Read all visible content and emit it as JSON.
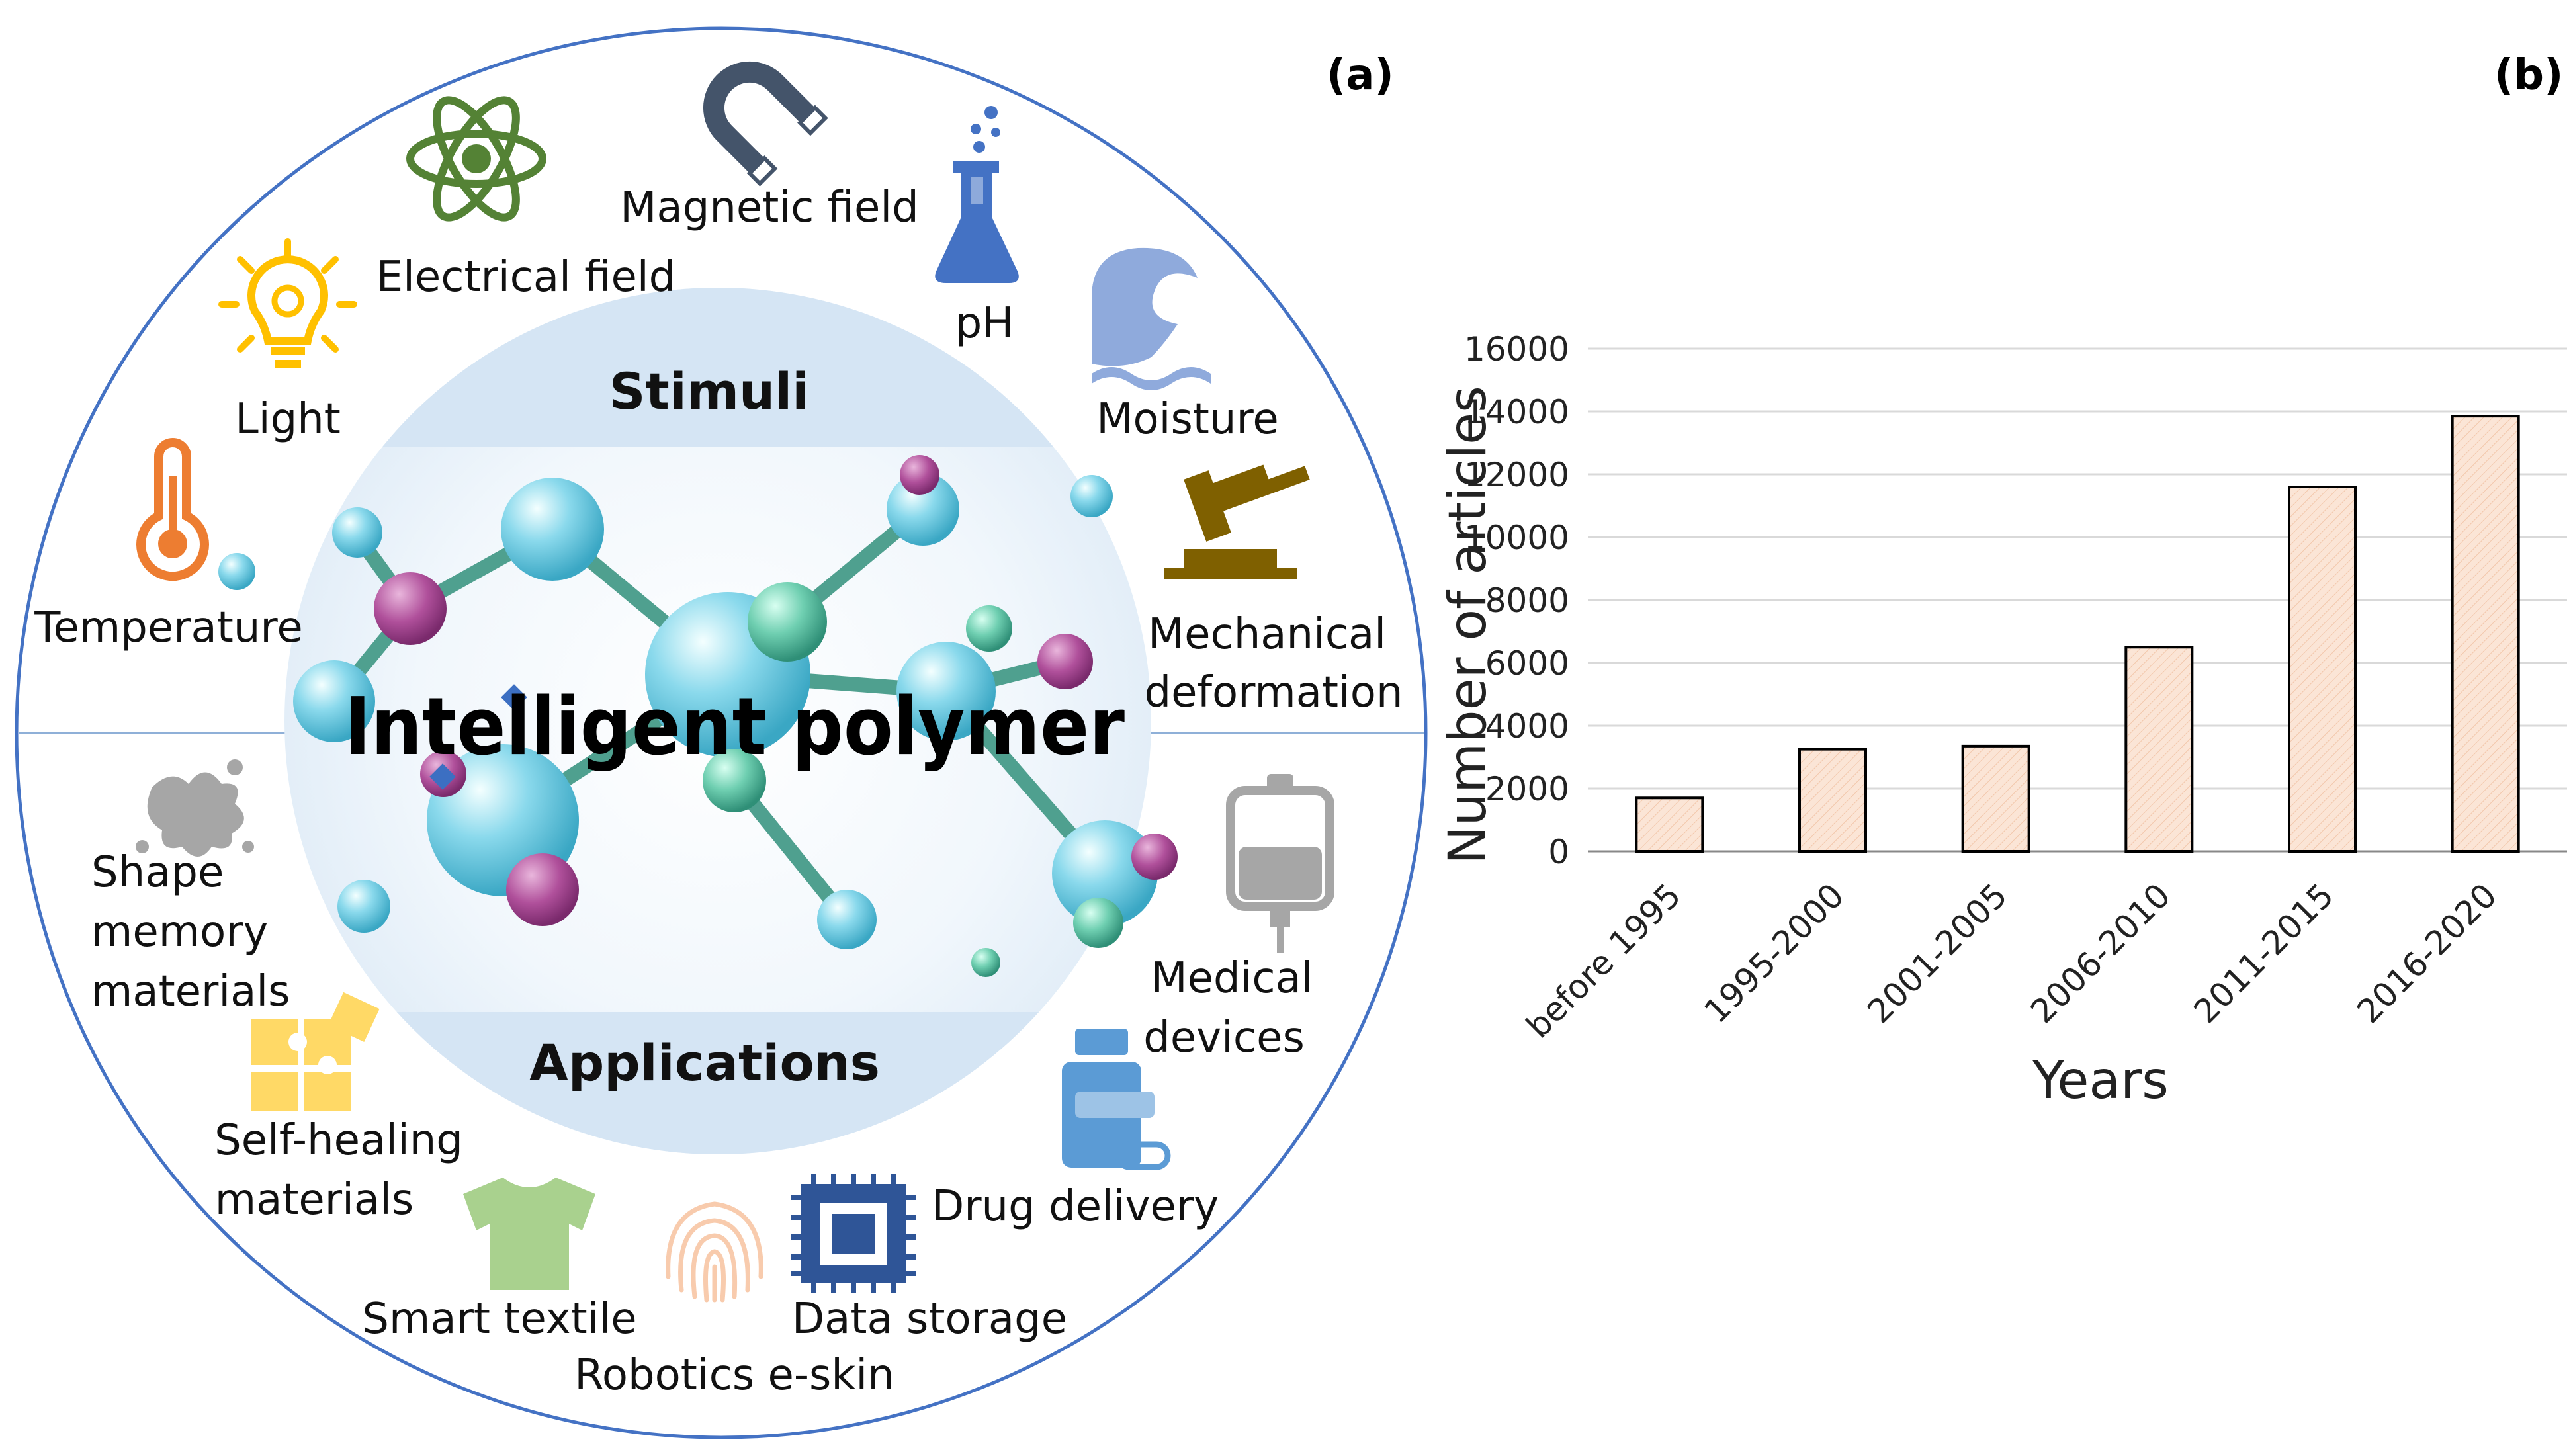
{
  "panel_a": {
    "tag": "(a)",
    "center_title": "Intelligent polymer",
    "stimuli_title": "Stimuli",
    "applications_title": "Applications",
    "stimuli": [
      {
        "label": "Magnetic field",
        "icon": "magnet-icon"
      },
      {
        "label": "Electrical field",
        "icon": "atom-icon"
      },
      {
        "label": "pH",
        "icon": "flask-icon"
      },
      {
        "label": "Light",
        "icon": "lightbulb-icon"
      },
      {
        "label": "Moisture",
        "icon": "wave-icon"
      },
      {
        "label": "Temperature",
        "icon": "thermometer-icon"
      },
      {
        "label_lines": [
          "Mechanical",
          "deformation"
        ],
        "icon": "gavel-icon"
      }
    ],
    "applications": [
      {
        "label_lines": [
          "Shape",
          "memory",
          "materials"
        ],
        "icon": "splash-icon"
      },
      {
        "label_lines": [
          "Medical",
          "devices"
        ],
        "icon": "iv-bag-icon"
      },
      {
        "label_lines": [
          "Self-healing",
          "materials"
        ],
        "icon": "puzzle-icon"
      },
      {
        "label": "Drug delivery",
        "icon": "medicine-bottle-icon"
      },
      {
        "label": "Smart textile",
        "icon": "tshirt-icon"
      },
      {
        "label": "Data storage",
        "icon": "chip-icon"
      },
      {
        "label": "Robotics e-skin",
        "icon": "fingerprint-icon"
      }
    ],
    "colors": {
      "circle_outline": "#4472c4",
      "band": "#dbe8f5",
      "molecule_cyan": "#7fd3e8",
      "molecule_purple": "#a3418f",
      "bond": "#4fa08f"
    }
  },
  "panel_b": {
    "tag": "(b)",
    "chart_data": {
      "type": "bar",
      "categories": [
        "before 1995",
        "1995-2000",
        "2001-2005",
        "2006-2010",
        "2011-2015",
        "2016-2020"
      ],
      "values": [
        1700,
        3250,
        3350,
        6500,
        11600,
        13850
      ],
      "xlabel": "Years",
      "ylabel": "Number of articles",
      "ylim": [
        0,
        16000
      ],
      "yticks": [
        0,
        2000,
        4000,
        6000,
        8000,
        10000,
        12000,
        14000,
        16000
      ],
      "grid": true,
      "bar_color": "#fbe5d6",
      "bar_edge": "#000000"
    }
  }
}
